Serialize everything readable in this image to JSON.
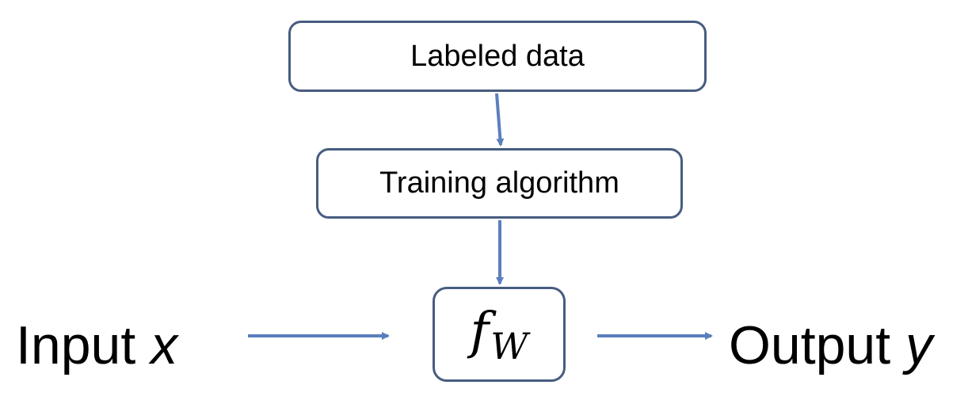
{
  "diagram": {
    "nodes": {
      "labeled_data": "Labeled data",
      "training_algorithm": "Training algorithm",
      "model_f": "f",
      "model_sub": "W"
    },
    "input": {
      "text": "Input",
      "var": "x"
    },
    "output": {
      "text": "Output",
      "var": "y"
    },
    "colors": {
      "arrow": "#5b7fbd",
      "box_border": "#475c7f"
    }
  }
}
